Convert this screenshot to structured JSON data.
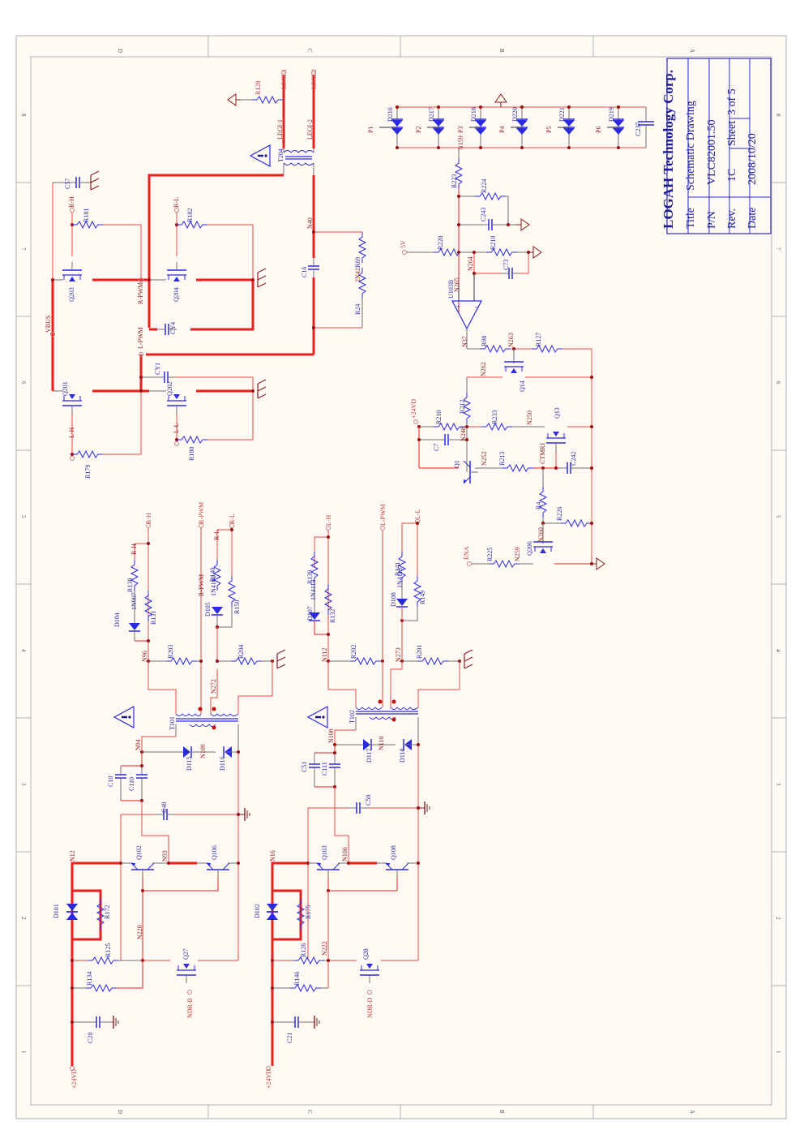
{
  "title_block": {
    "company": "LOGAH Technology Corp.",
    "title_label": "Title",
    "title_value": "Schematic Drawing",
    "pn_label": "P/N",
    "pn_value": "VLC82001.50",
    "rev_label": "Rev.",
    "rev_value": "1C",
    "sheet_label": "Sheet",
    "sheet_value": "3 of 5",
    "date_label": "Date",
    "date_value": "2008/10/20"
  },
  "zones": {
    "top": [
      "D",
      "C",
      "B",
      "A"
    ],
    "bottom": [
      "D",
      "C",
      "B",
      "A"
    ],
    "left": [
      "8",
      "7",
      "6",
      "5",
      "4",
      "3",
      "2",
      "1"
    ],
    "right": [
      "8",
      "7",
      "6",
      "5",
      "4",
      "3",
      "2",
      "1"
    ]
  },
  "colors": {
    "sheet_bg": "#fffaf4",
    "border": "#b0b0b0",
    "wire": "#e82020",
    "wire_thin": "#e84848",
    "component": "#2a2ae0",
    "pin_lead": "#707070",
    "junction": "#9a1010",
    "net_label": "#8b1a1a",
    "title_block": "#2a2ad0"
  },
  "components": {
    "output_stage": {
      "transformer": "T204",
      "resistor_r128": "R128",
      "port_legi1_top": "LEGI-1",
      "port_legi2_top": "LEGI-2",
      "net_legi1": "LEGI-1",
      "net_legi2": "LEGI-2",
      "net_n40": "N40",
      "capacitor_c16": "C16",
      "resistor_r69": "R69",
      "resistor_r24": "R24",
      "net_2n42": "2N42"
    },
    "diode_bank": {
      "diodes": [
        "D216",
        "D217",
        "D218",
        "D220",
        "D221",
        "D219"
      ],
      "ports": [
        "P1",
        "P2",
        "P3",
        "P4",
        "P5",
        "P6"
      ],
      "capacitor": "C237",
      "net_n159": "N159"
    },
    "feedback": {
      "resistors": [
        "R223",
        "R224",
        "R220",
        "R219",
        "R98",
        "R127",
        "R212",
        "R210",
        "R233",
        "R213",
        "R4",
        "R226",
        "R225"
      ],
      "capacitors": [
        "C243",
        "C73",
        "C7",
        "C242"
      ],
      "opamp": "U103B",
      "transistors": [
        "Q14",
        "Q13",
        "Q1",
        "Q206"
      ],
      "nets": [
        "N265",
        "N264",
        "N37",
        "N263",
        "N262",
        "N250",
        "N248",
        "N252",
        "CTMR1",
        "N260",
        "N259"
      ],
      "port_5v": "5V",
      "port_24vd": "+24VD",
      "port_ena": "ENA"
    },
    "h_bridge": {
      "mosfets": [
        "Q203",
        "Q204",
        "Q201",
        "Q202"
      ],
      "resistors": [
        "R181",
        "R182",
        "R179",
        "R180"
      ],
      "capacitors": [
        "C57",
        "CY4",
        "CY1"
      ],
      "nets": [
        "R-H",
        "R-L",
        "R-PWM",
        "L-PWM",
        "L-H",
        "L-L",
        "VBUS"
      ]
    },
    "gate_drive_right": {
      "transformer": "T101",
      "resistors": [
        "R138",
        "R131",
        "R140",
        "R150",
        "R203",
        "R204"
      ],
      "diodes": [
        "D104",
        "D105",
        "D115",
        "D116"
      ],
      "diode_types": [
        "1N907",
        "1N4101"
      ],
      "capacitors": [
        "C10",
        "C110",
        "C48"
      ],
      "nets": [
        "N96",
        "N272",
        "N94",
        "N109",
        "N93"
      ],
      "ports": [
        "R-H",
        "R-PWM",
        "R-L"
      ]
    },
    "gate_drive_left": {
      "transformer": "T102",
      "resistors": [
        "R139",
        "R132",
        "R141",
        "R149",
        "R202",
        "R201"
      ],
      "diodes": [
        "D107",
        "D108",
        "D117",
        "D118"
      ],
      "diode_types": [
        "1N4114",
        "1N4119"
      ],
      "capacitors": [
        "C51",
        "C111",
        "C50"
      ],
      "nets": [
        "N112",
        "N273",
        "N108",
        "N110",
        "N106"
      ],
      "ports": [
        "L-H",
        "L-PWM",
        "L-L"
      ]
    },
    "driver_b": {
      "transistors": [
        "Q102",
        "Q106",
        "Q27"
      ],
      "diode": "D101",
      "resistors": [
        "R172",
        "R125",
        "R134"
      ],
      "capacitor": "C20",
      "nets": [
        "N12",
        "N220"
      ],
      "ports": [
        "NDR-B",
        "+24VD"
      ]
    },
    "driver_d": {
      "transistors": [
        "Q103",
        "Q108",
        "Q28"
      ],
      "diode": "D102",
      "resistors": [
        "R175",
        "R126",
        "R146"
      ],
      "capacitor": "C21",
      "nets": [
        "N16",
        "N222"
      ],
      "ports": [
        "NDR-D",
        "+24VD"
      ]
    }
  }
}
